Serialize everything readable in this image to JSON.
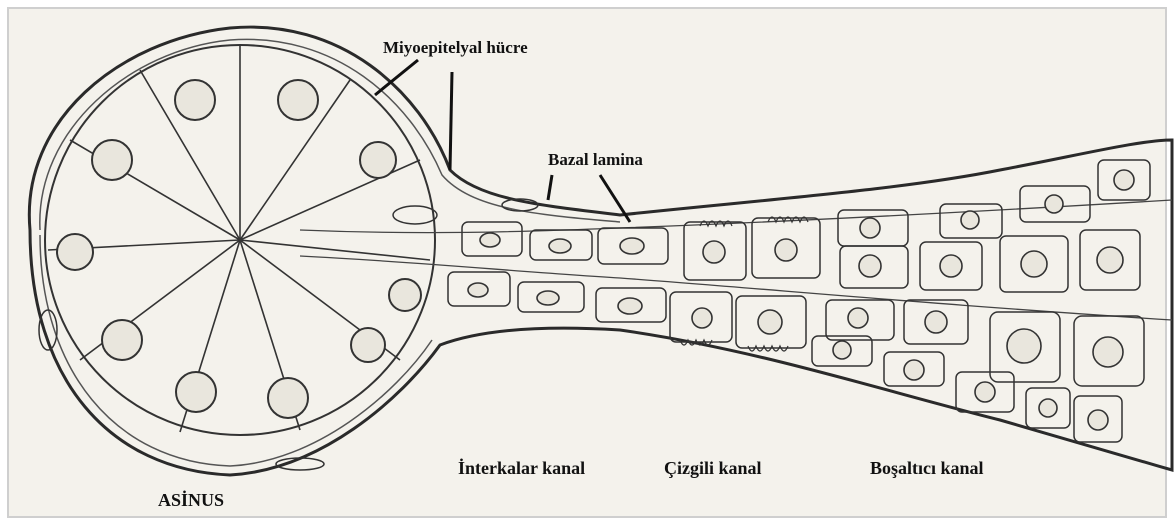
{
  "labels": {
    "myoepithelial": "Miyoepitelyal hücre",
    "basal_lamina": "Bazal lamina",
    "acinus": "ASİNUS",
    "intercalated": "İnterkalar kanal",
    "striated": "Çizgili kanal",
    "excretory": "Boşaltıcı kanal"
  },
  "colors": {
    "paper": "#f4f2ec",
    "ink": "#2a2a2a",
    "frame": "#cfcfcf"
  }
}
